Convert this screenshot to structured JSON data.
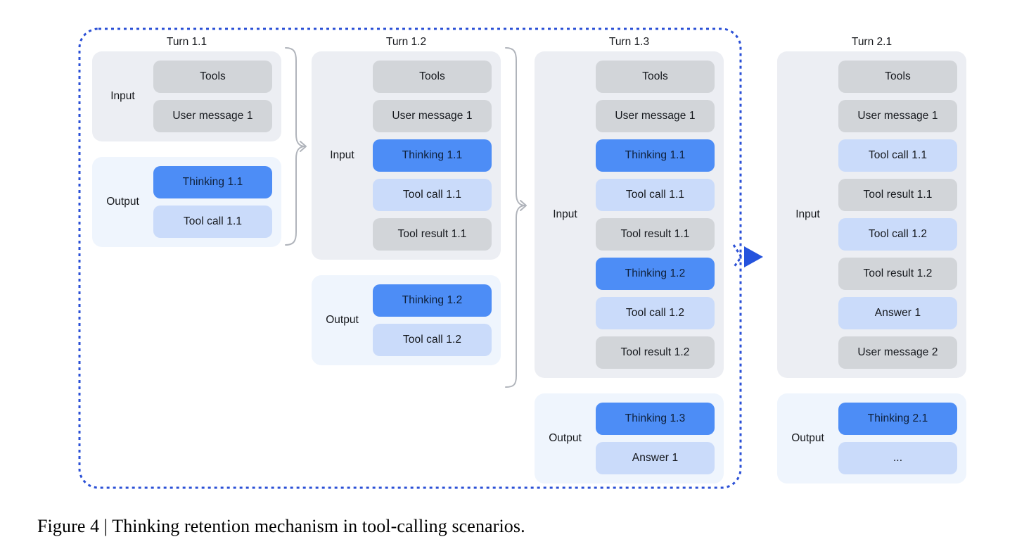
{
  "caption": "Figure 4 | Thinking retention mechanism in tool-calling scenarios.",
  "labels": {
    "input": "Input",
    "output": "Output"
  },
  "colors": {
    "thinking_box": "#4d8df6",
    "tool_call_box": "#cadbfa",
    "context_box": "#d2d5d9",
    "input_group_bg": "#eceef3",
    "output_group_bg": "#eff5fd",
    "boundary_blue": "#2b50d6",
    "brace_gray": "#b0b4bb"
  },
  "turns": [
    {
      "title": "Turn 1.1",
      "input_rows": [
        {
          "text": "Tools",
          "type": "context"
        },
        {
          "text": "User message 1",
          "type": "context"
        }
      ],
      "output_rows": [
        {
          "text": "Thinking 1.1",
          "type": "thinking"
        },
        {
          "text": "Tool call 1.1",
          "type": "toolcall"
        }
      ]
    },
    {
      "title": "Turn 1.2",
      "input_rows": [
        {
          "text": "Tools",
          "type": "context"
        },
        {
          "text": "User message 1",
          "type": "context"
        },
        {
          "text": "Thinking 1.1",
          "type": "thinking"
        },
        {
          "text": "Tool call 1.1",
          "type": "toolcall"
        },
        {
          "text": "Tool result 1.1",
          "type": "context"
        }
      ],
      "output_rows": [
        {
          "text": "Thinking 1.2",
          "type": "thinking"
        },
        {
          "text": "Tool call 1.2",
          "type": "toolcall"
        }
      ]
    },
    {
      "title": "Turn 1.3",
      "input_rows": [
        {
          "text": "Tools",
          "type": "context"
        },
        {
          "text": "User message 1",
          "type": "context"
        },
        {
          "text": "Thinking 1.1",
          "type": "thinking"
        },
        {
          "text": "Tool call 1.1",
          "type": "toolcall"
        },
        {
          "text": "Tool result 1.1",
          "type": "context"
        },
        {
          "text": "Thinking 1.2",
          "type": "thinking"
        },
        {
          "text": "Tool call 1.2",
          "type": "toolcall"
        },
        {
          "text": "Tool result 1.2",
          "type": "context"
        }
      ],
      "output_rows": [
        {
          "text": "Thinking 1.3",
          "type": "thinking"
        },
        {
          "text": "Answer 1",
          "type": "toolcall"
        }
      ]
    },
    {
      "title": "Turn 2.1",
      "input_rows": [
        {
          "text": "Tools",
          "type": "context"
        },
        {
          "text": "User message 1",
          "type": "context"
        },
        {
          "text": "Tool call 1.1",
          "type": "toolcall"
        },
        {
          "text": "Tool result 1.1",
          "type": "context"
        },
        {
          "text": "Tool call 1.2",
          "type": "toolcall"
        },
        {
          "text": "Tool result 1.2",
          "type": "context"
        },
        {
          "text": "Answer 1",
          "type": "toolcall"
        },
        {
          "text": "User message 2",
          "type": "context"
        }
      ],
      "output_rows": [
        {
          "text": "Thinking 2.1",
          "type": "thinking"
        },
        {
          "text": "...",
          "type": "toolcall"
        }
      ]
    }
  ]
}
